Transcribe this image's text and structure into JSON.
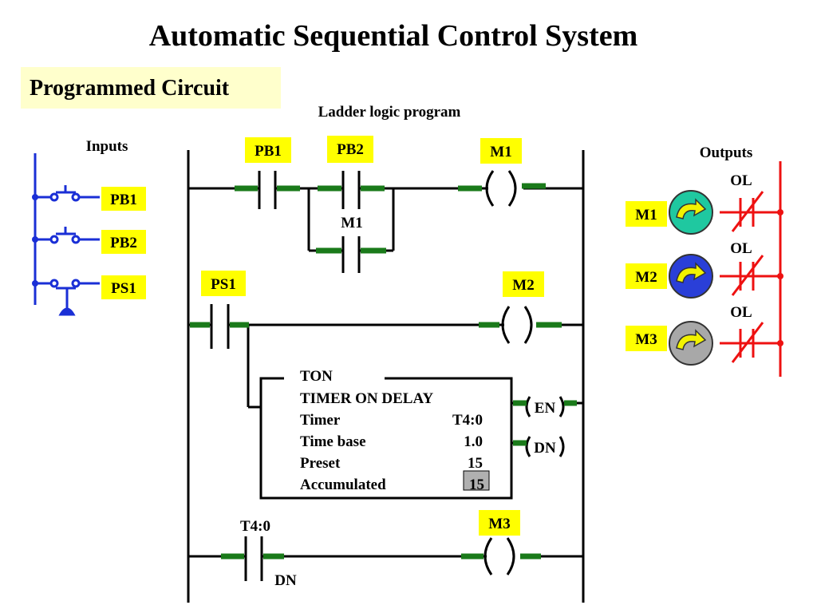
{
  "title": "Automatic Sequential Control System",
  "subtitle": "Programmed Circuit",
  "ladder_heading": "Ladder logic program",
  "inputs": {
    "heading": "Inputs",
    "items": [
      "PB1",
      "PB2",
      "PS1"
    ]
  },
  "outputs": {
    "heading": "Outputs",
    "items": [
      {
        "label": "M1",
        "overload": "OL",
        "lamp_color": "#1fc8a0"
      },
      {
        "label": "M2",
        "overload": "OL",
        "lamp_color": "#2a3fd8"
      },
      {
        "label": "M3",
        "overload": "OL",
        "lamp_color": "#a8a8a8"
      }
    ]
  },
  "rungs": {
    "r1": {
      "contact1": "PB1",
      "contact2": "PB2",
      "branch": "M1",
      "coil": "M1"
    },
    "r2": {
      "contact": "PS1",
      "coil": "M2"
    },
    "r4": {
      "contact": "T4:0",
      "contact_bit": "DN",
      "coil": "M3"
    }
  },
  "timer": {
    "type": "TON",
    "name": "TIMER ON DELAY",
    "rows": [
      {
        "label": "Timer",
        "value": "T4:0"
      },
      {
        "label": "Time base",
        "value": "1.0"
      },
      {
        "label": "Preset",
        "value": "15"
      },
      {
        "label": "Accumulated",
        "value": "15"
      }
    ],
    "outputs": [
      "EN",
      "DN"
    ]
  },
  "colors": {
    "tag_fill": "#ffff00",
    "subtitle_fill": "#ffffcc",
    "input_wire": "#1a2fd6",
    "output_wire": "#ee1111",
    "rung_accent": "#1a7a1a",
    "lamp_arrow": "#f2f200"
  }
}
